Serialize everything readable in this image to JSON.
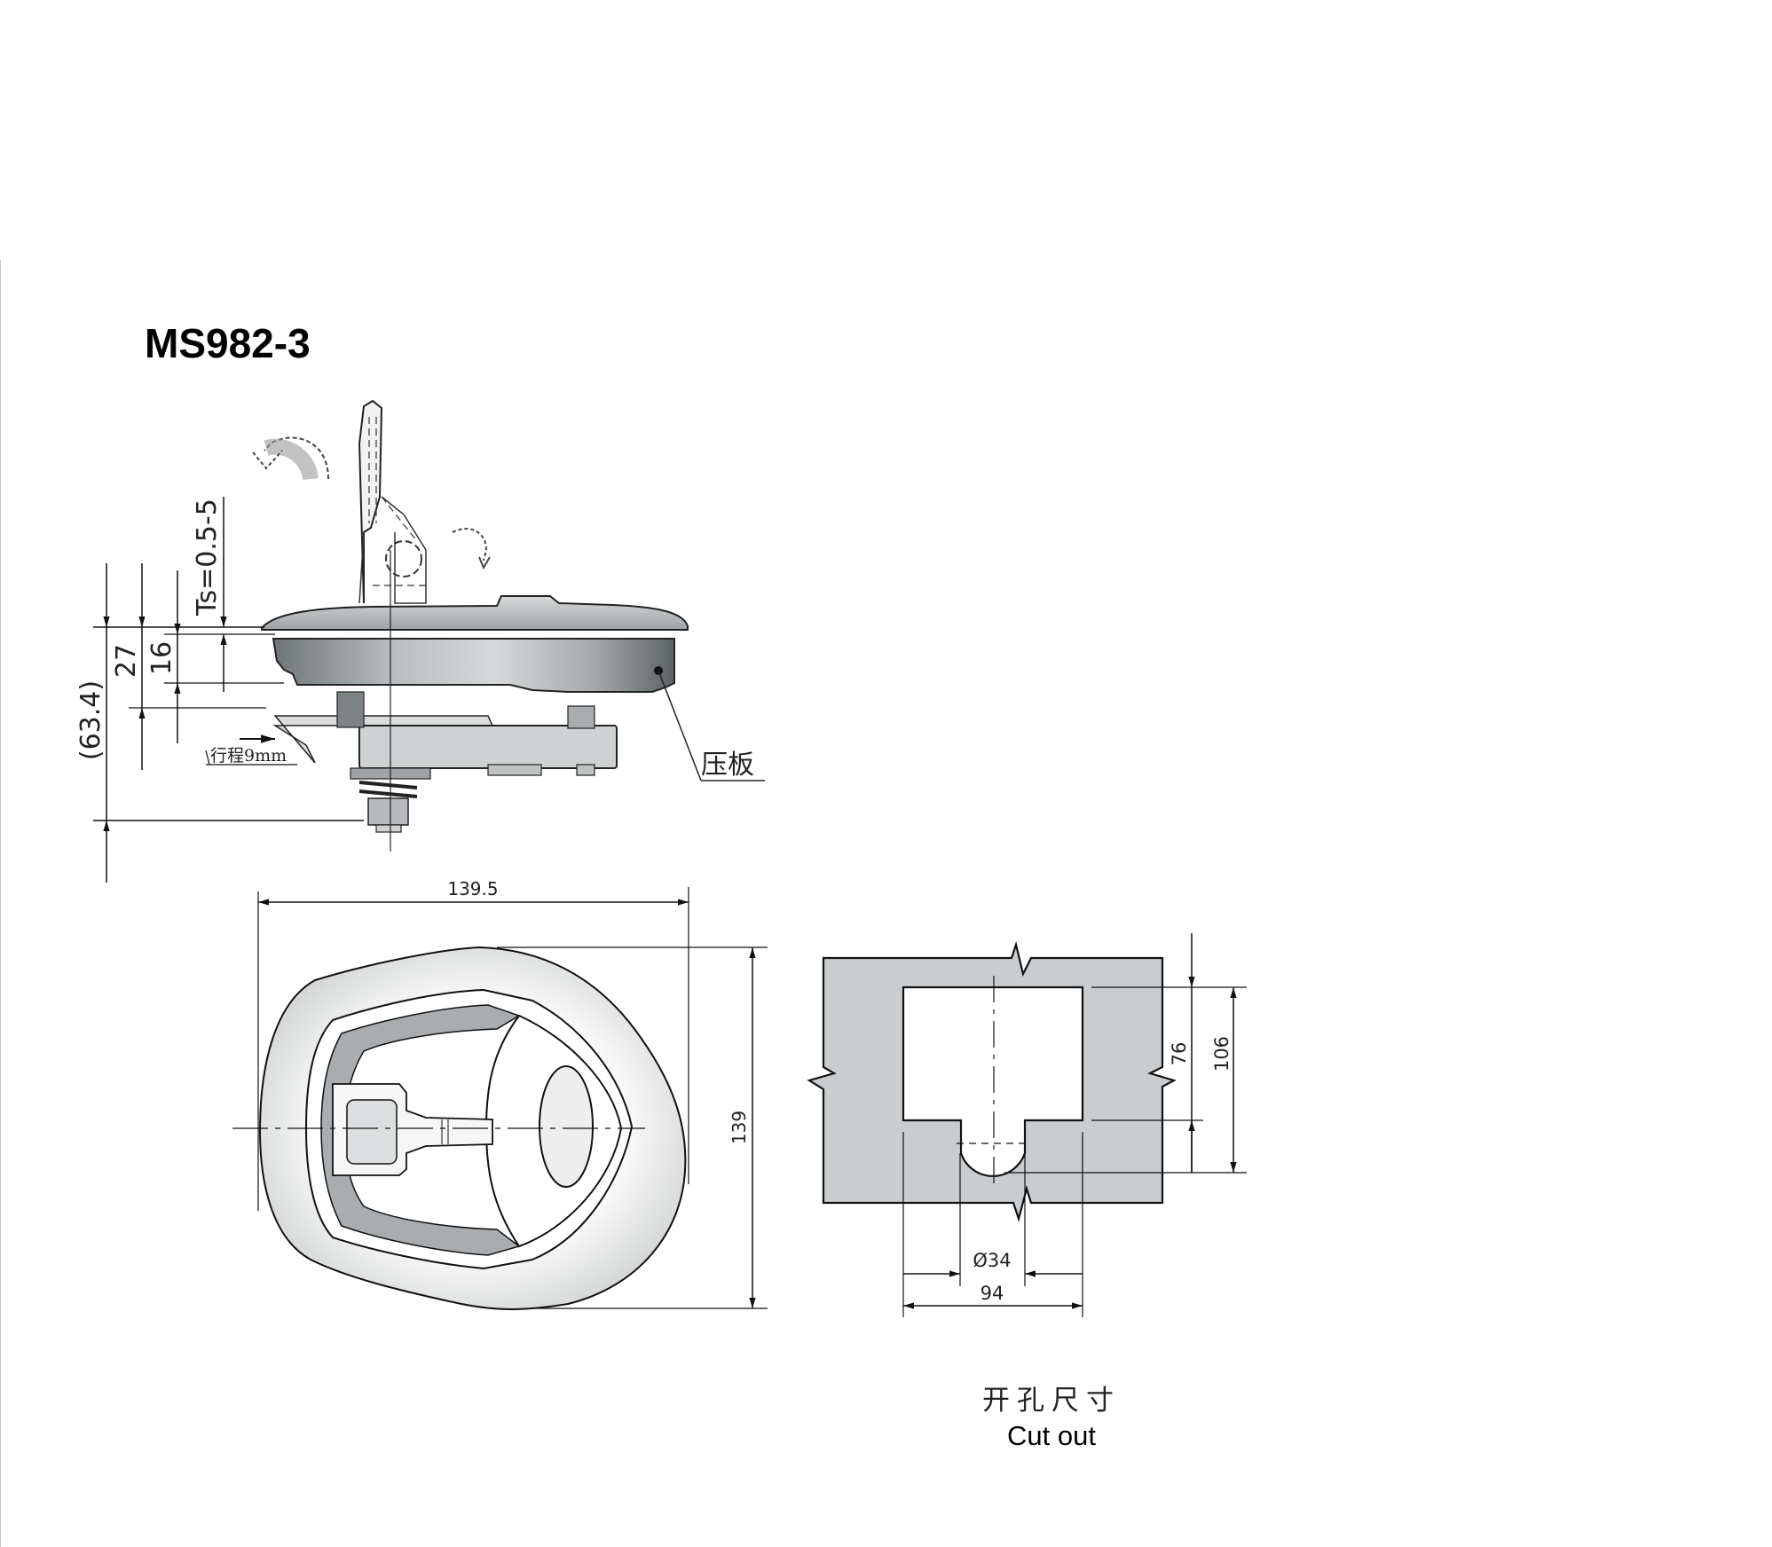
{
  "title": "MS982-3",
  "side_view": {
    "dimensions": {
      "thickness": "Ts=0.5-5",
      "height_27": "27",
      "height_16": "16",
      "overall_height": "(63.4)"
    },
    "stroke_label": "行程9mm",
    "part_label": "压板"
  },
  "front_view": {
    "width": "139.5",
    "height": "139"
  },
  "cutout": {
    "dimensions": {
      "width": "94",
      "diameter": "Ø34",
      "height_76": "76",
      "height_106": "106"
    },
    "caption_cn": "开孔尺寸",
    "caption_en": "Cut out"
  },
  "colors": {
    "panel_fill": "#c9cdcf",
    "line": "#1a1a1a",
    "body_shade": "#8f9496"
  }
}
